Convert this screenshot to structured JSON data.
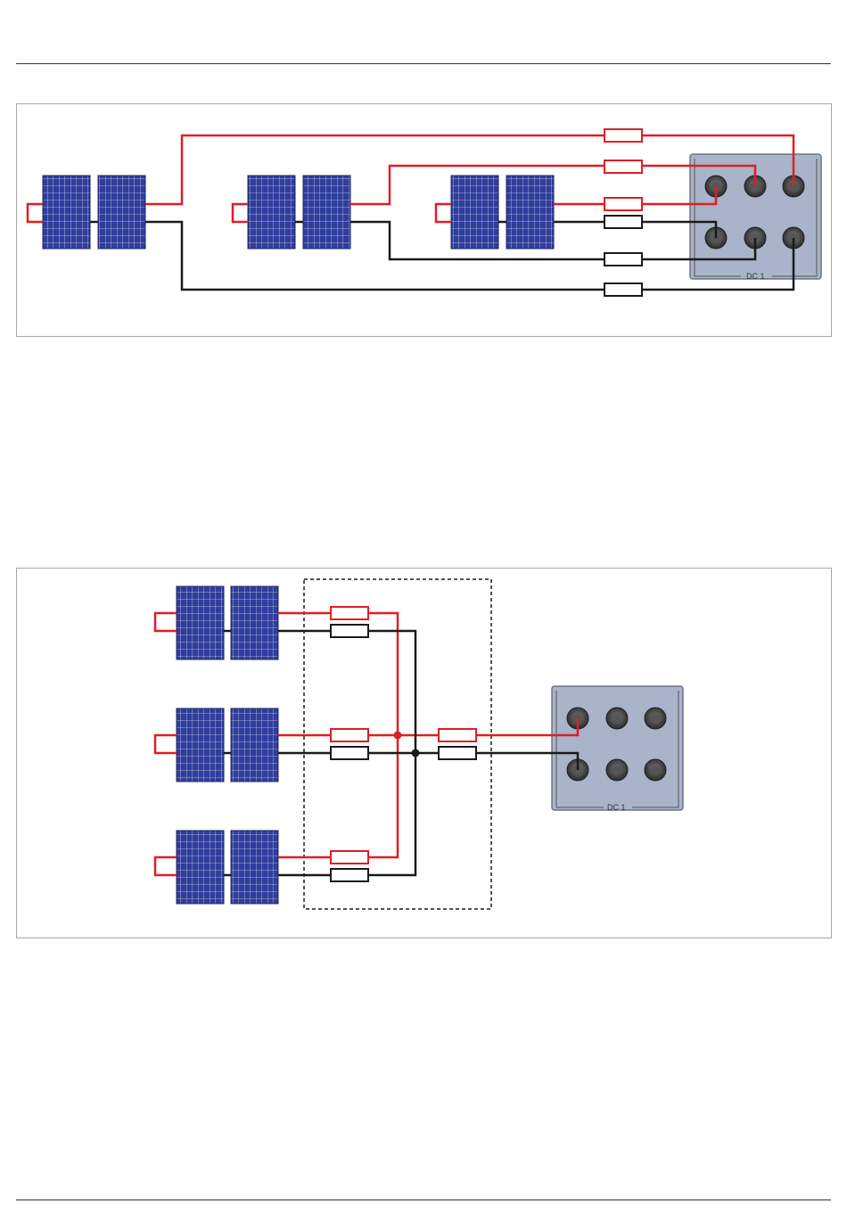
{
  "page": {
    "title": ""
  },
  "diagram_top": {
    "description_label": "",
    "inverter": {
      "label": "DC 1"
    },
    "colors": {
      "positive": "#e01e25",
      "negative": "#1a1a1a",
      "panel": "#2f3d9c",
      "inverter_panel": "#a9b3c9"
    },
    "strings": 3,
    "panels_per_string": 2,
    "fuses_positive": 3,
    "fuses_negative": 3
  },
  "diagram_bottom": {
    "inverter": {
      "label": "DC 1"
    },
    "colors": {
      "positive": "#e01e25",
      "negative": "#1a1a1a",
      "panel": "#2f3d9c",
      "inverter_panel": "#a9b3c9"
    },
    "strings": 3,
    "panels_per_string": 2,
    "combiner_box": "dashed",
    "fuses_positive": 4,
    "fuses_negative": 4
  }
}
